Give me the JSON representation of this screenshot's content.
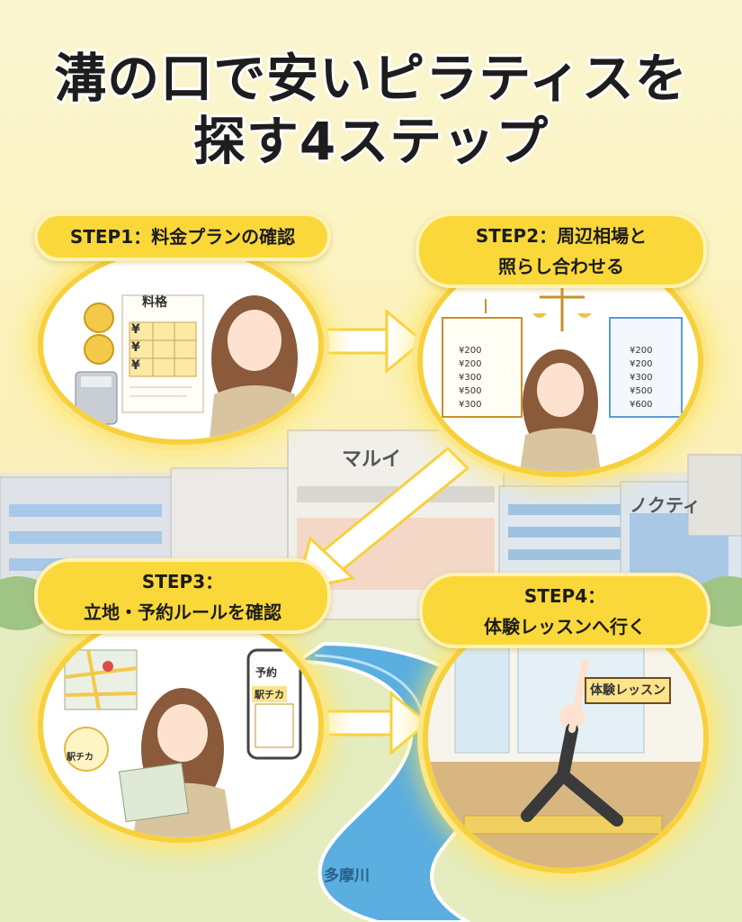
{
  "title": {
    "line1": "溝の口で安いピラティスを",
    "line2": "探す4ステップ"
  },
  "steps": [
    {
      "line1": "STEP1：料金プランの確認",
      "line2": ""
    },
    {
      "line1": "STEP2：周辺相場と",
      "line2": "照らし合わせる"
    },
    {
      "line1": "STEP3：",
      "line2": "立地・予約ルールを確認"
    },
    {
      "line1": "STEP4：",
      "line2": "体験レッスンへ行く"
    }
  ],
  "step1": {
    "sheet_title": "料格",
    "yen": "¥"
  },
  "step2": {
    "list_left": [
      "¥200",
      "¥200",
      "¥300",
      "¥500",
      "¥300"
    ],
    "list_right": [
      "¥200",
      "¥200",
      "¥300",
      "¥500",
      "¥600"
    ]
  },
  "step3": {
    "phone_title": "予約",
    "phone_badge": "駅チカ",
    "pin_label": "駅チカ"
  },
  "step4": {
    "sign": "体験レッスン"
  },
  "buildings": {
    "left_sign": "マルイ",
    "right_sign": "ノクティ"
  },
  "river_label": "多摩川",
  "colors": {
    "accent": "#fad83a",
    "glow": "#fbe68a",
    "river": "#5aaee0"
  }
}
